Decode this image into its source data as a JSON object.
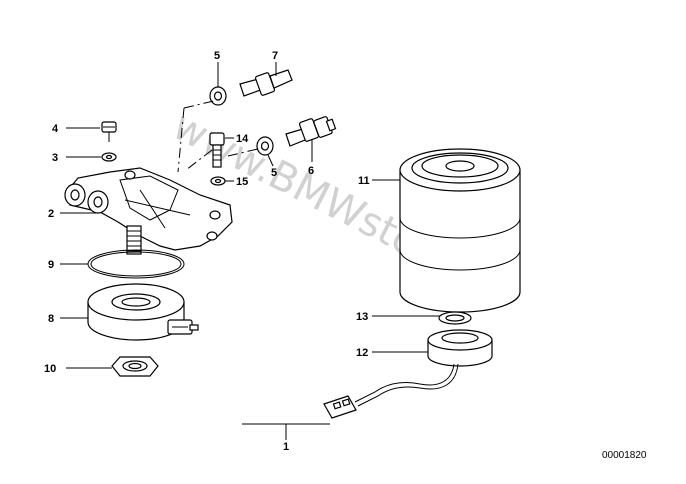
{
  "watermark": "www.BMWstore.pl",
  "drawing_code": "00001820",
  "callouts": {
    "c1": "1",
    "c2": "2",
    "c3": "3",
    "c4": "4",
    "c5a": "5",
    "c5b": "5",
    "c6": "6",
    "c7": "7",
    "c8": "8",
    "c9": "9",
    "c10": "10",
    "c11": "11",
    "c12": "12",
    "c13": "13",
    "c14": "14",
    "c15": "15"
  }
}
